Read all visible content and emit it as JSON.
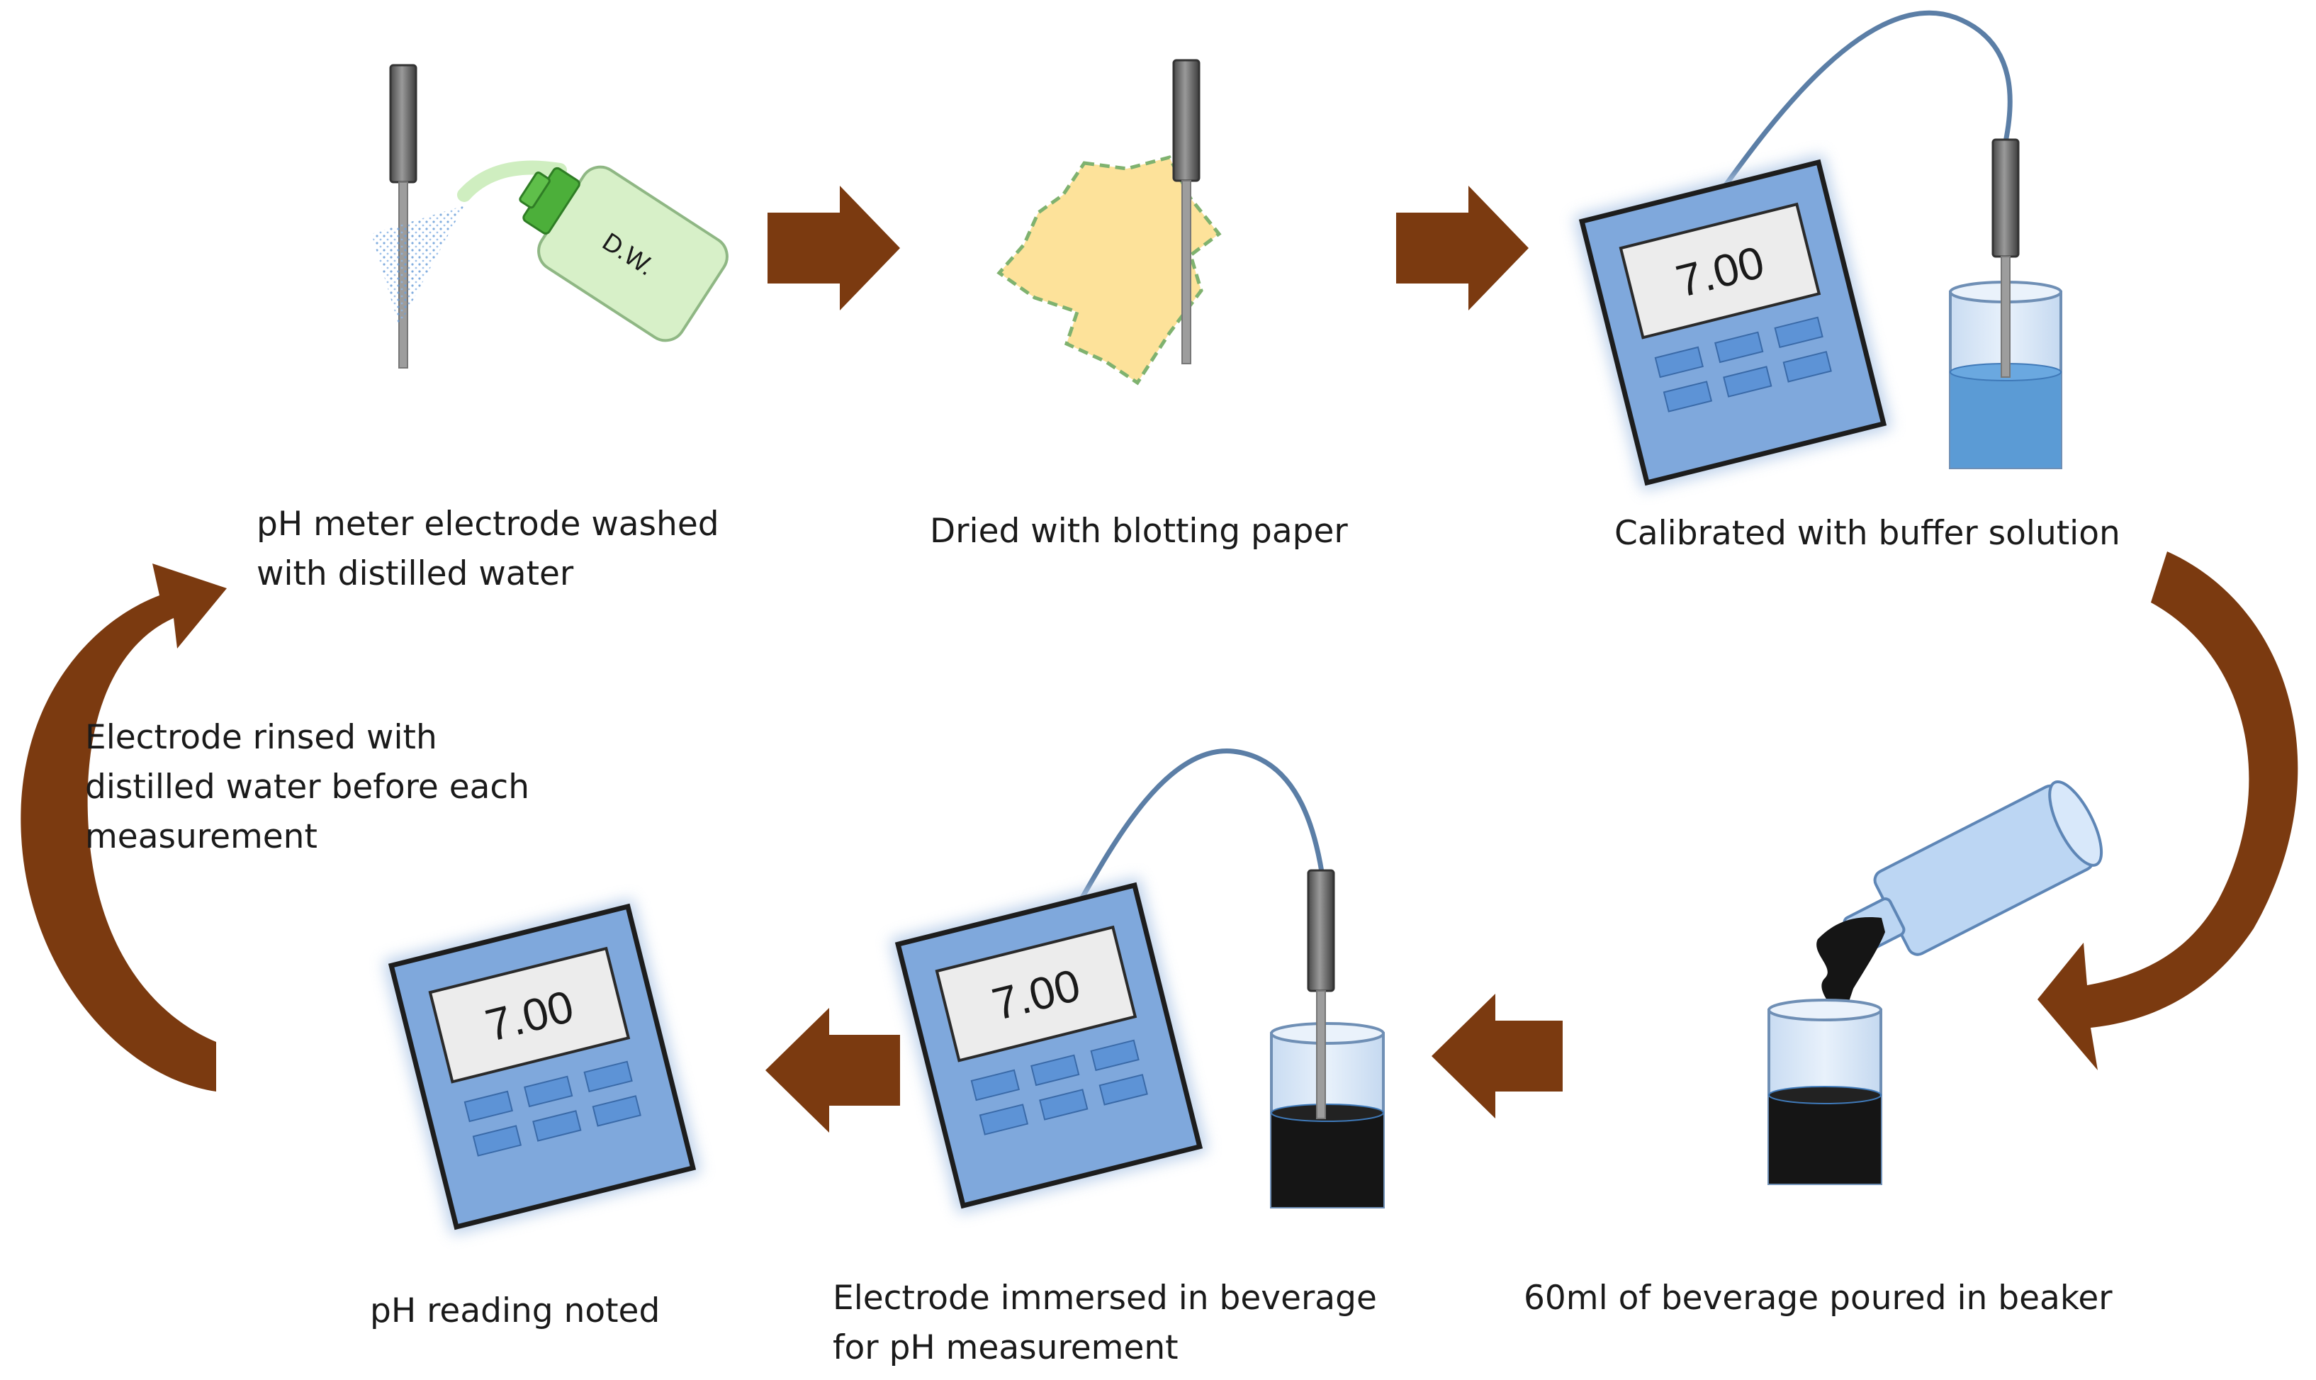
{
  "steps": {
    "s1": {
      "line1": "pH meter electrode washed",
      "line2": "with distilled water"
    },
    "s2": {
      "line1": "Dried with blotting paper"
    },
    "s3": {
      "line1": "Calibrated with buffer solution"
    },
    "s4": {
      "line1": "60ml of beverage poured in beaker"
    },
    "s5": {
      "line1": "Electrode immersed in beverage",
      "line2": "for pH measurement"
    },
    "s6": {
      "line1": "pH reading noted"
    },
    "loop": {
      "line1": "Electrode rinsed with",
      "line2": "distilled water before each",
      "line3": "measurement"
    }
  },
  "meters": {
    "top": "7.00",
    "middle": "7.00",
    "bottom_left": "7.00"
  },
  "bottle_label": "D.W.",
  "colors": {
    "arrow": "#7b3a10",
    "meter_body": "#7fa8dc",
    "meter_screen": "#ececec",
    "buffer": "#5b9bd5",
    "beverage": "#151515",
    "blotting_paper": "#fde29a",
    "wash_bottle": "#d7f0c8"
  }
}
